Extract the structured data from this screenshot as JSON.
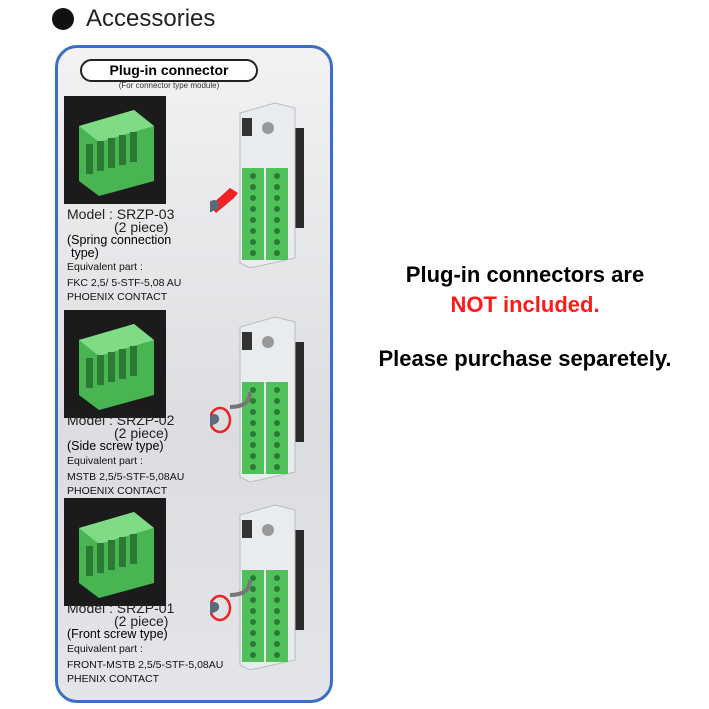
{
  "section_title": "Accessories",
  "panel": {
    "heading": "Plug-in connector",
    "subheading": "(For connector type module)",
    "items": [
      {
        "model": "Model : SRZP-03",
        "qty": "(2 piece)",
        "type_line1": "(Spring connection",
        "type_line2": "type)",
        "equiv_label": "Equivalent part :",
        "part": "FKC 2,5/ 5-STF-5,08 AU",
        "maker": "PHOENIX CONTACT"
      },
      {
        "model": "Model : SRZP-02",
        "qty": "(2 piece)",
        "type_line1": "(Side screw type)",
        "type_line2": "",
        "equiv_label": "Equivalent part :",
        "part": "MSTB 2,5/5-STF-5,08AU",
        "maker": "PHOENIX CONTACT"
      },
      {
        "model": "Model : SRZP-01",
        "qty": "(2 piece)",
        "type_line1": "(Front screw type)",
        "type_line2": "",
        "equiv_label": "Equivalent part :",
        "part": "FRONT-MSTB 2,5/5-STF-5,08AU",
        "maker": "PHENIX CONTACT"
      }
    ]
  },
  "notice": {
    "line1": "Plug-in connectors are",
    "line2": "NOT included.",
    "line3": "Please purchase separetely."
  },
  "colors": {
    "accent": "#3a6fc4",
    "alert": "#ff1a1a",
    "connector": "#4fc05a"
  }
}
